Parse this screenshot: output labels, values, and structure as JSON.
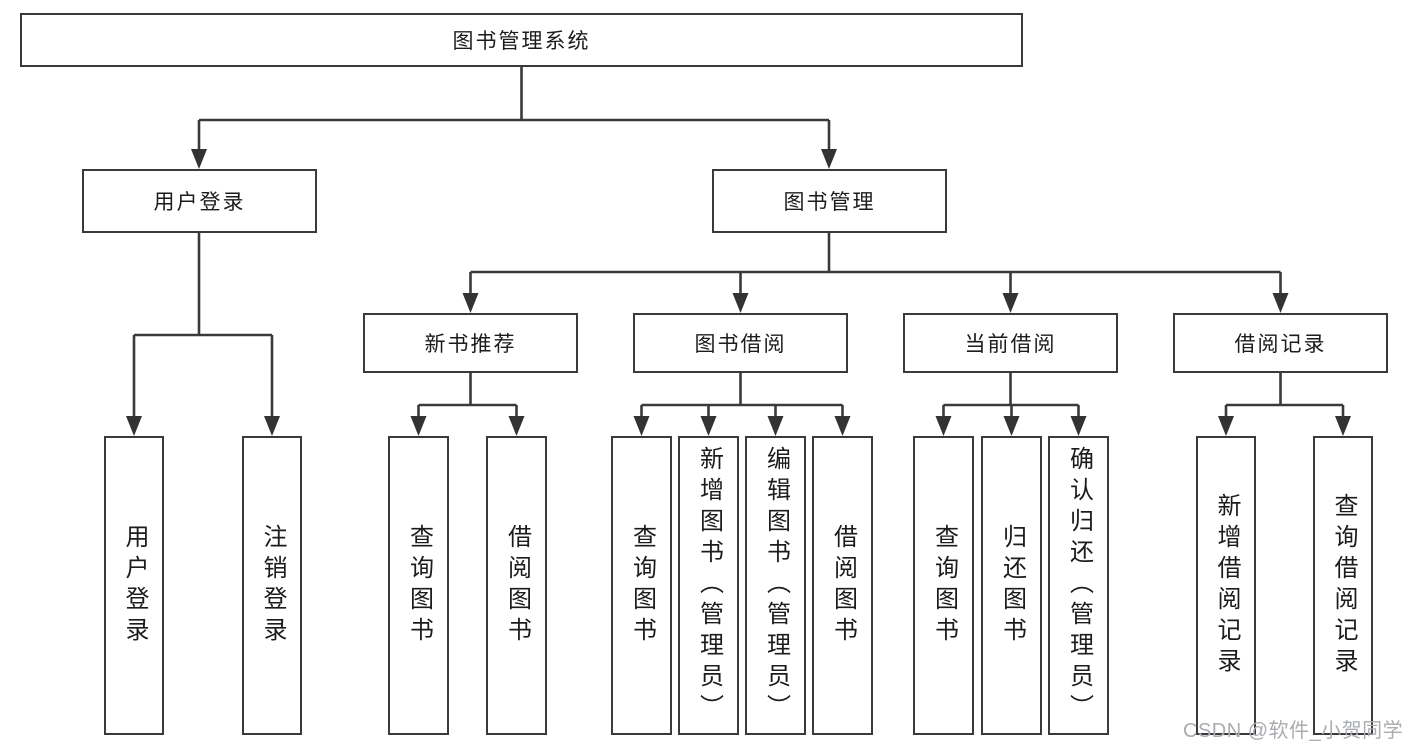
{
  "diagram": {
    "root": "图书管理系统",
    "level2": {
      "login": "用户登录",
      "mgmt": "图书管理"
    },
    "level3": {
      "recommend": "新书推荐",
      "borrow": "图书借阅",
      "current": "当前借阅",
      "records": "借阅记录"
    },
    "leaves": {
      "login1": "用户登录",
      "login2": "注销登录",
      "recommend1": "查询图书",
      "recommend2": "借阅图书",
      "borrow1": "查询图书",
      "borrow2": "新增图书（管理员）",
      "borrow3": "编辑图书（管理员）",
      "borrow4": "借阅图书",
      "current1": "查询图书",
      "current2": "归还图书",
      "current3": "确认归还（管理员）",
      "records1": "新增借阅记录",
      "records2": "查询借阅记录"
    }
  },
  "watermark": "CSDN @软件_小贺同学",
  "colors": {
    "line": "#3a3a3a",
    "text": "#1c1c1c",
    "watermark": "#a9acb0",
    "background": "#ffffff"
  }
}
